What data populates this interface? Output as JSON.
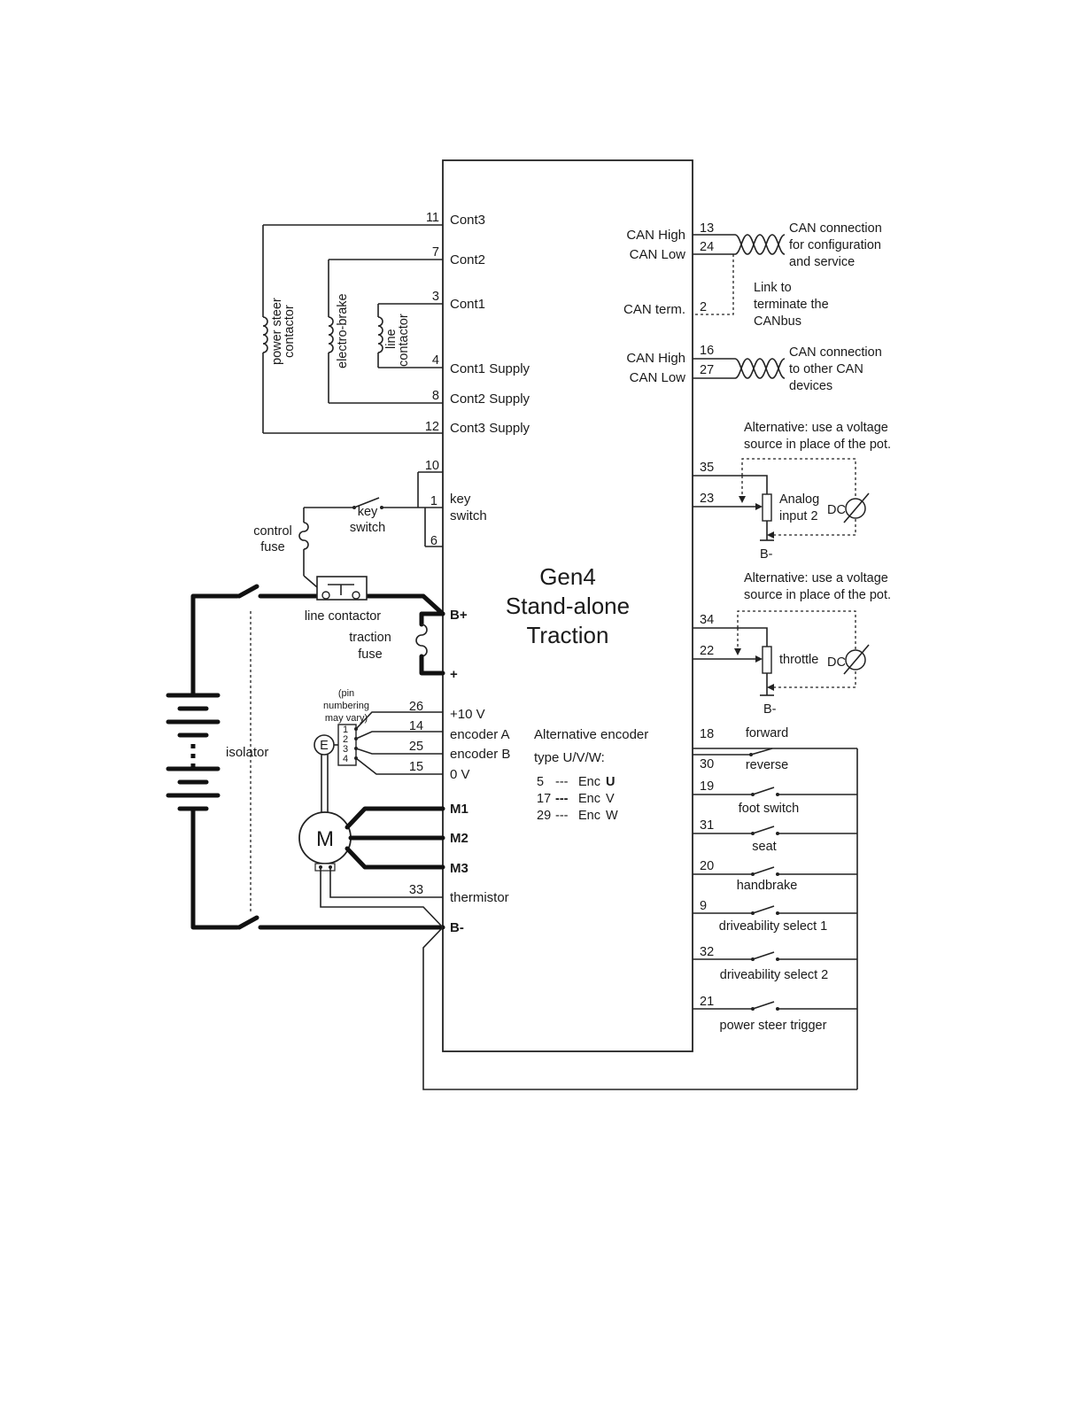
{
  "controller": {
    "title_lines": [
      "Gen4",
      "Stand-alone",
      "Traction"
    ]
  },
  "contactors": {
    "cont3": "Cont3",
    "cont2": "Cont2",
    "cont1": "Cont1",
    "cont1_supply": "Cont1 Supply",
    "cont2_supply": "Cont2 Supply",
    "cont3_supply": "Cont3 Supply",
    "pins": {
      "cont3": "11",
      "cont2": "7",
      "cont1": "3",
      "cont1_supply": "4",
      "cont2_supply": "8",
      "cont3_supply": "12"
    },
    "coil_power_steer": [
      "power steer",
      "contactor"
    ],
    "coil_electro_brake": "electro-brake",
    "coil_line": [
      "line",
      "contactor"
    ]
  },
  "key": {
    "pins": {
      "p10": "10",
      "p1": "1",
      "p6": "6"
    },
    "label_lines": [
      "key",
      "switch"
    ],
    "switch_label_lines": [
      "key",
      "switch"
    ],
    "control_fuse_lines": [
      "control",
      "fuse"
    ]
  },
  "power": {
    "bplus": "B+",
    "plus": "+",
    "bminus": "B-",
    "line_contactor": "line contactor",
    "traction_fuse_lines": [
      "traction",
      "fuse"
    ],
    "isolator": "isolator"
  },
  "encoder": {
    "pin_note_lines": [
      "(pin",
      "numbering",
      "may vary)"
    ],
    "connector_pins": [
      "1",
      "2",
      "3",
      "4"
    ],
    "symbol": "E",
    "rows": [
      {
        "pin": "26",
        "label": "+10 V"
      },
      {
        "pin": "14",
        "label": "encoder A"
      },
      {
        "pin": "25",
        "label": "encoder B"
      },
      {
        "pin": "15",
        "label": "0 V"
      }
    ],
    "alt_title_lines": [
      "Alternative encoder",
      "type U/V/W:"
    ],
    "alt_rows": [
      {
        "pin": "5",
        "sep": "---",
        "label": "Enc",
        "ch": "U"
      },
      {
        "pin": "17",
        "sep": "---",
        "label": "Enc",
        "ch": "V"
      },
      {
        "pin": "29",
        "sep": "---",
        "label": "Enc",
        "ch": "W"
      }
    ]
  },
  "motor": {
    "symbol": "M",
    "phases": [
      "M1",
      "M2",
      "M3"
    ],
    "thermistor_pin": "33",
    "thermistor": "thermistor"
  },
  "can": {
    "high": "CAN High",
    "low": "CAN Low",
    "term": "CAN term.",
    "pins1": {
      "high": "13",
      "low": "24"
    },
    "term_pin": "2",
    "pins2": {
      "high": "16",
      "low": "27"
    },
    "conn1_lines": [
      "CAN connection",
      "for configuration",
      "and service"
    ],
    "link_lines": [
      "Link to",
      "terminate the",
      "CANbus"
    ],
    "conn2_lines": [
      "CAN connection",
      "to other CAN",
      "devices"
    ]
  },
  "analog": {
    "alt_note_lines": [
      "Alternative: use a voltage",
      "source in place of the pot."
    ],
    "pot1": {
      "pin_top": "35",
      "pin_wiper": "23",
      "label_lines": [
        "Analog",
        "input 2"
      ]
    },
    "pot2": {
      "pin_top": "34",
      "pin_wiper": "22",
      "label_lines": [
        "throttle"
      ]
    },
    "dc": "DC",
    "bminus": "B-"
  },
  "switches": [
    {
      "pin": "18",
      "label": "forward"
    },
    {
      "pin": "30",
      "label": "reverse"
    },
    {
      "pin": "19",
      "label": "foot switch"
    },
    {
      "pin": "31",
      "label": "seat"
    },
    {
      "pin": "20",
      "label": "handbrake"
    },
    {
      "pin": "9",
      "label": "driveability select 1"
    },
    {
      "pin": "32",
      "label": "driveability select 2"
    },
    {
      "pin": "21",
      "label": "power steer trigger"
    }
  ]
}
